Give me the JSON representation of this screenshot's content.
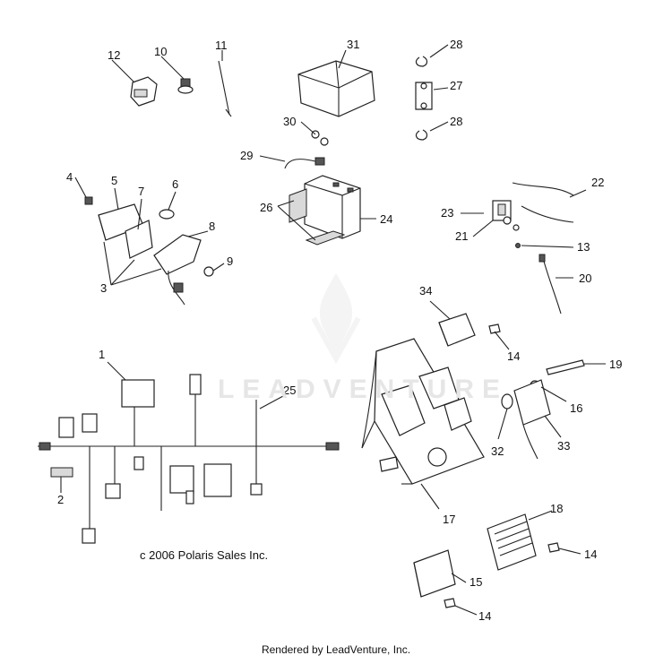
{
  "callouts": [
    "12",
    "10",
    "11",
    "31",
    "28",
    "27",
    "28",
    "30",
    "29",
    "4",
    "5",
    "7",
    "6",
    "8",
    "9",
    "3",
    "26",
    "24",
    "22",
    "23",
    "21",
    "13",
    "20",
    "34",
    "14",
    "19",
    "16",
    "1",
    "25",
    "2",
    "32",
    "33",
    "18",
    "17",
    "14",
    "15",
    "14"
  ],
  "copyright": "c 2006 Polaris Sales Inc.",
  "watermark": "LEADVENTURE",
  "footer": "Rendered by LeadVenture, Inc."
}
